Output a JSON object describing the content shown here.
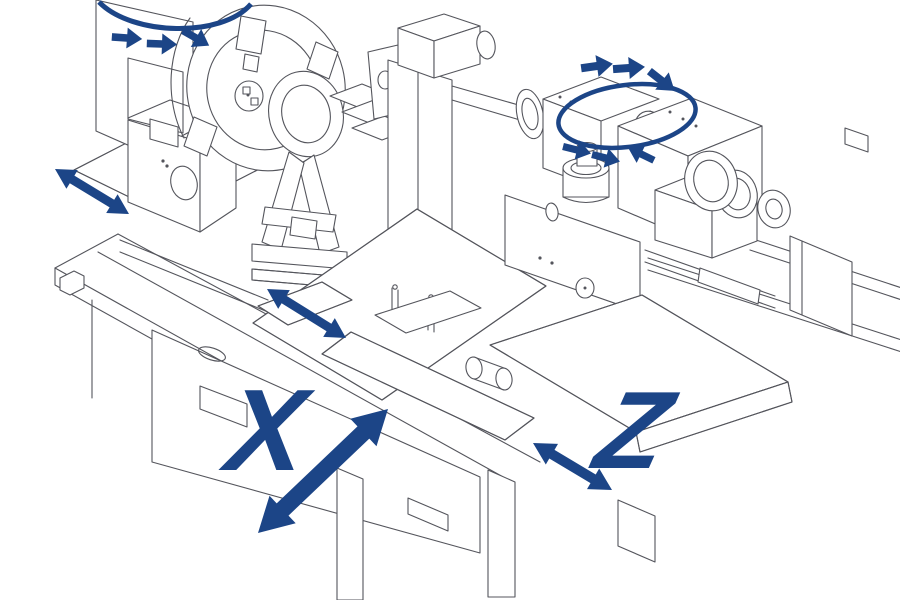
{
  "illustration": {
    "background_color": "#ffffff",
    "line_color": "#54555c",
    "fill_color": "#ffffff",
    "accent_color": "#1c4587"
  },
  "axis_labels": {
    "x": "X",
    "z": "Z"
  },
  "motion_annotations": [
    {
      "name": "workhead-rotation-arc",
      "kind": "rotation",
      "arrowheads": 3
    },
    {
      "name": "workhead-slide-arrow",
      "kind": "linear-double-headed"
    },
    {
      "name": "table-slide-arrow",
      "kind": "linear-double-headed"
    },
    {
      "name": "wheelhead-rotation-ellipse",
      "kind": "rotation",
      "arrowheads": 6
    },
    {
      "name": "x-axis-arrow",
      "kind": "linear-double-headed",
      "label": "X"
    },
    {
      "name": "z-axis-arrow",
      "kind": "linear-double-headed",
      "label": "Z"
    }
  ]
}
